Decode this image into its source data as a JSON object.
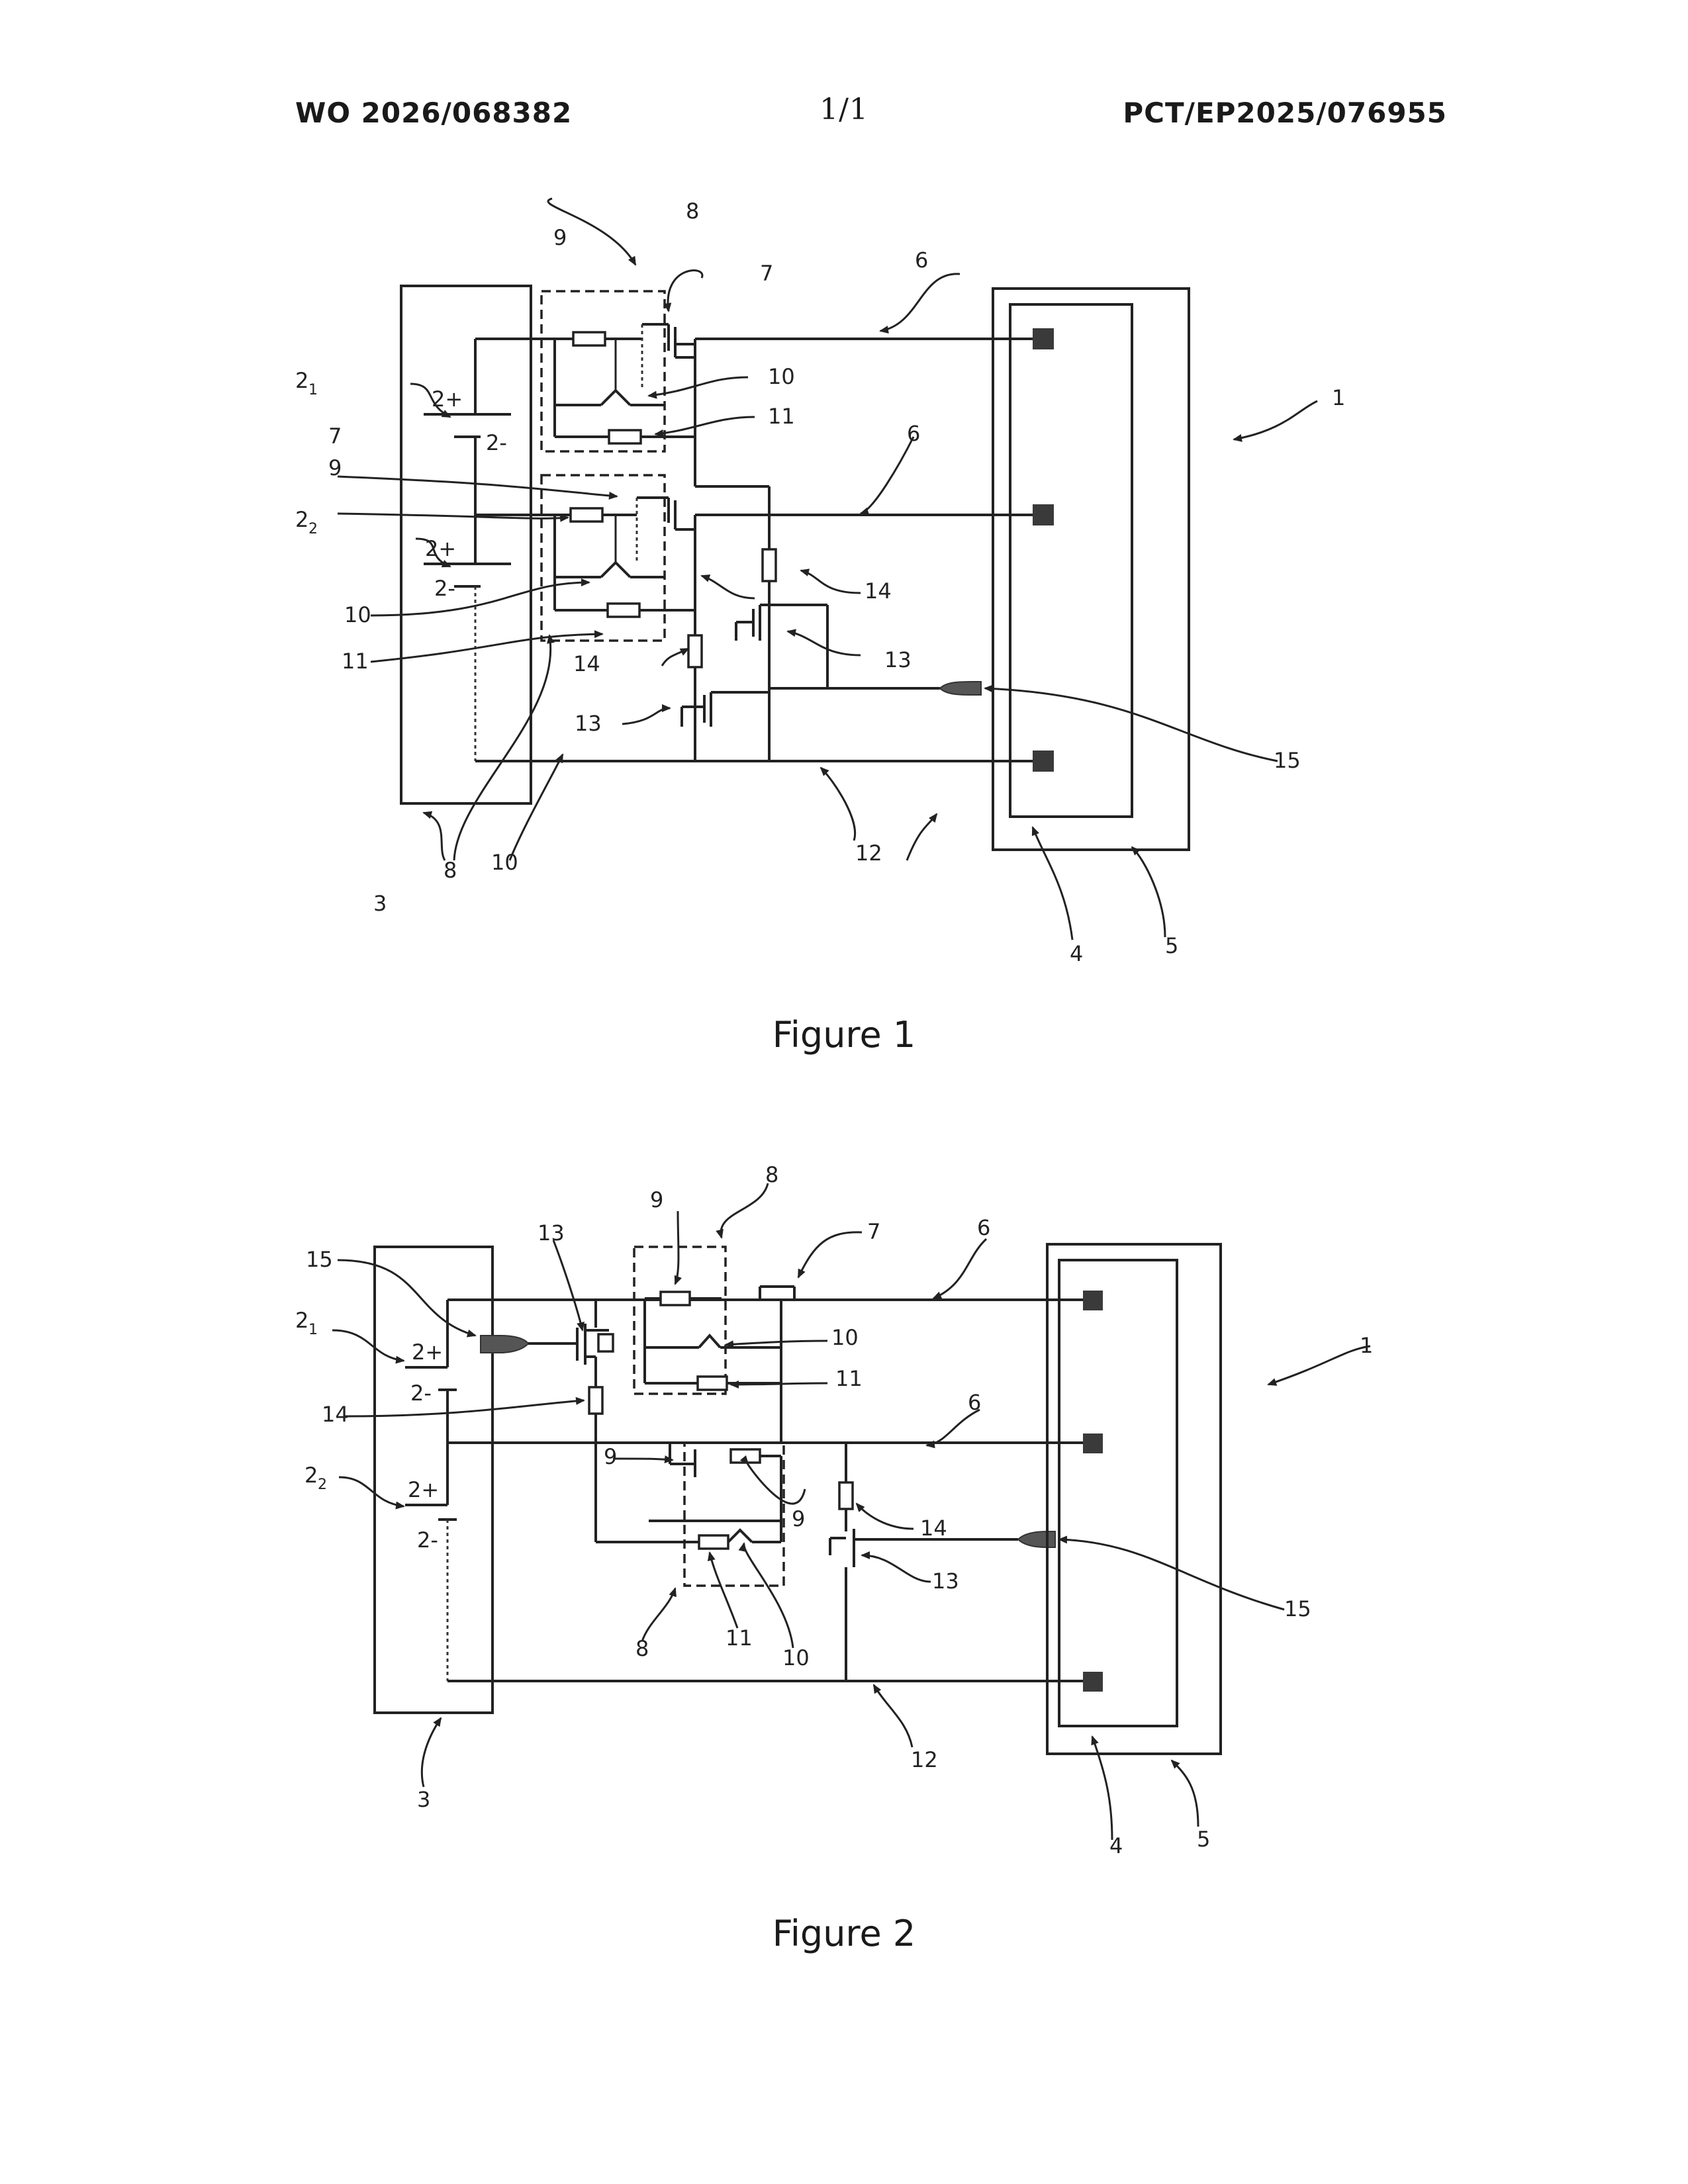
{
  "header": {
    "left": "WO 2026/068382",
    "middle": "1/1",
    "right": "PCT/EP2025/076955"
  },
  "captions": {
    "figure1": "Figure 1",
    "figure2": "Figure 2"
  },
  "labels": {
    "n1": "1",
    "n2": "2",
    "n3": "3",
    "n4": "4",
    "n5": "5",
    "n6": "6",
    "n7": "7",
    "n8": "8",
    "n9": "9",
    "n10": "10",
    "n11": "11",
    "n12": "12",
    "n13": "13",
    "n14": "14",
    "n15": "15",
    "sub1": "1",
    "sub2": "2",
    "plus": "2+",
    "minus": "2-"
  }
}
